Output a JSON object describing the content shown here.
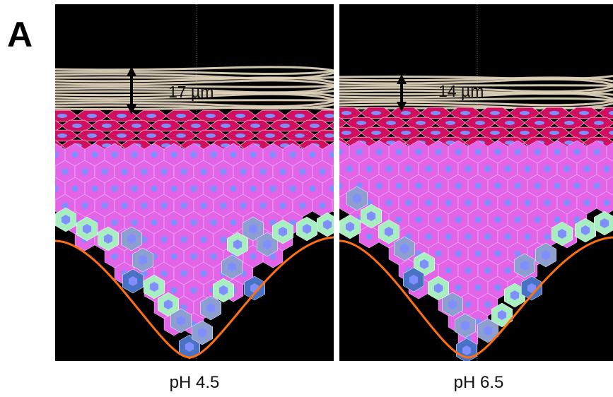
{
  "figure": {
    "panel_letter": "A",
    "panels": [
      {
        "caption": "pH 4.5",
        "thickness_label": "17 µm"
      },
      {
        "caption": "pH 6.5",
        "thickness_label": "14 µm"
      }
    ]
  },
  "colors": {
    "background": "#000000",
    "stratum_corneum": "#ddd0b8",
    "granular_cells": "#d0105f",
    "spinous_cells": "#e265e8",
    "basal_cells": "#a9eec0",
    "stem_cells": "#8d9ed0",
    "deep_stem_cells": "#4a72c4",
    "nucleus": "#7f8fff",
    "basement_membrane": "#ff7010"
  }
}
